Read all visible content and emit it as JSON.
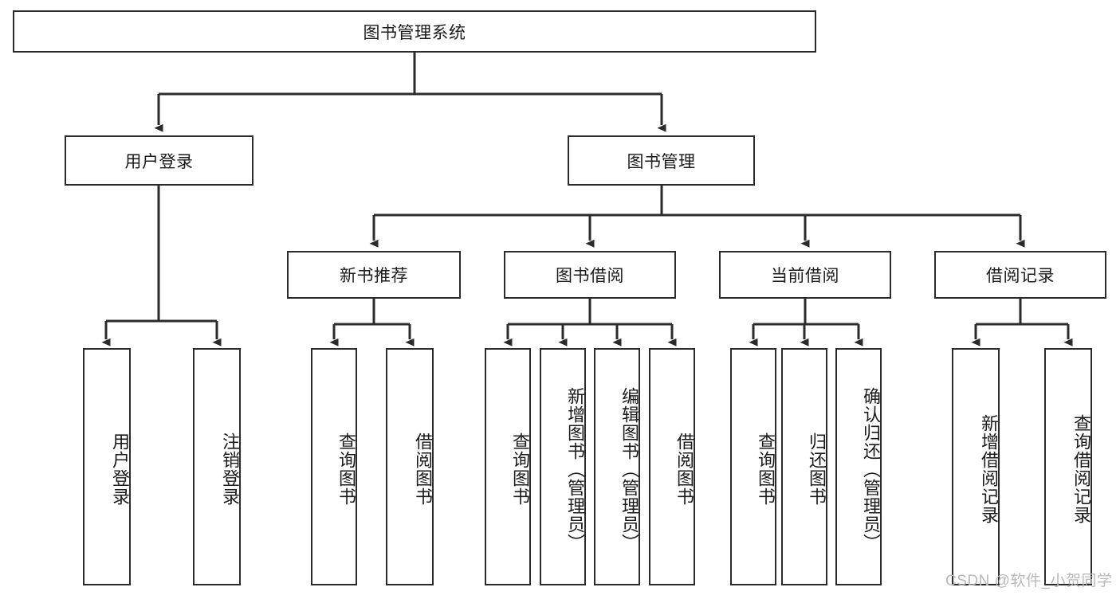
{
  "diagram": {
    "type": "tree",
    "title": "图书管理系统",
    "root": {
      "label": "图书管理系统"
    },
    "level1": [
      {
        "label": "用户登录"
      },
      {
        "label": "图书管理"
      }
    ],
    "level2": [
      {
        "label": "新书推荐"
      },
      {
        "label": "图书借阅"
      },
      {
        "label": "当前借阅"
      },
      {
        "label": "借阅记录"
      }
    ],
    "leaves": {
      "user_login": [
        {
          "label": "用户登录"
        },
        {
          "label": "注销登录"
        }
      ],
      "new_book_recommend": [
        {
          "label": "查询图书"
        },
        {
          "label": "借阅图书"
        }
      ],
      "book_borrow": [
        {
          "label": "查询图书"
        },
        {
          "label": "新增图书（管理员）"
        },
        {
          "label": "编辑图书（管理员）"
        },
        {
          "label": "借阅图书"
        }
      ],
      "current_borrow": [
        {
          "label": "查询图书"
        },
        {
          "label": "归还图书"
        },
        {
          "label": "确认归还（管理员）"
        }
      ],
      "borrow_record": [
        {
          "label": "新增借阅记录"
        },
        {
          "label": "查询借阅记录"
        }
      ]
    }
  },
  "watermark": {
    "text": "CSDN @软件_小贺同学"
  },
  "colors": {
    "stroke": "#2b2b2b",
    "box_fill": "#ffffff",
    "text": "#1b1b1b",
    "watermark": "#b9b9b9",
    "background": "#ffffff"
  }
}
